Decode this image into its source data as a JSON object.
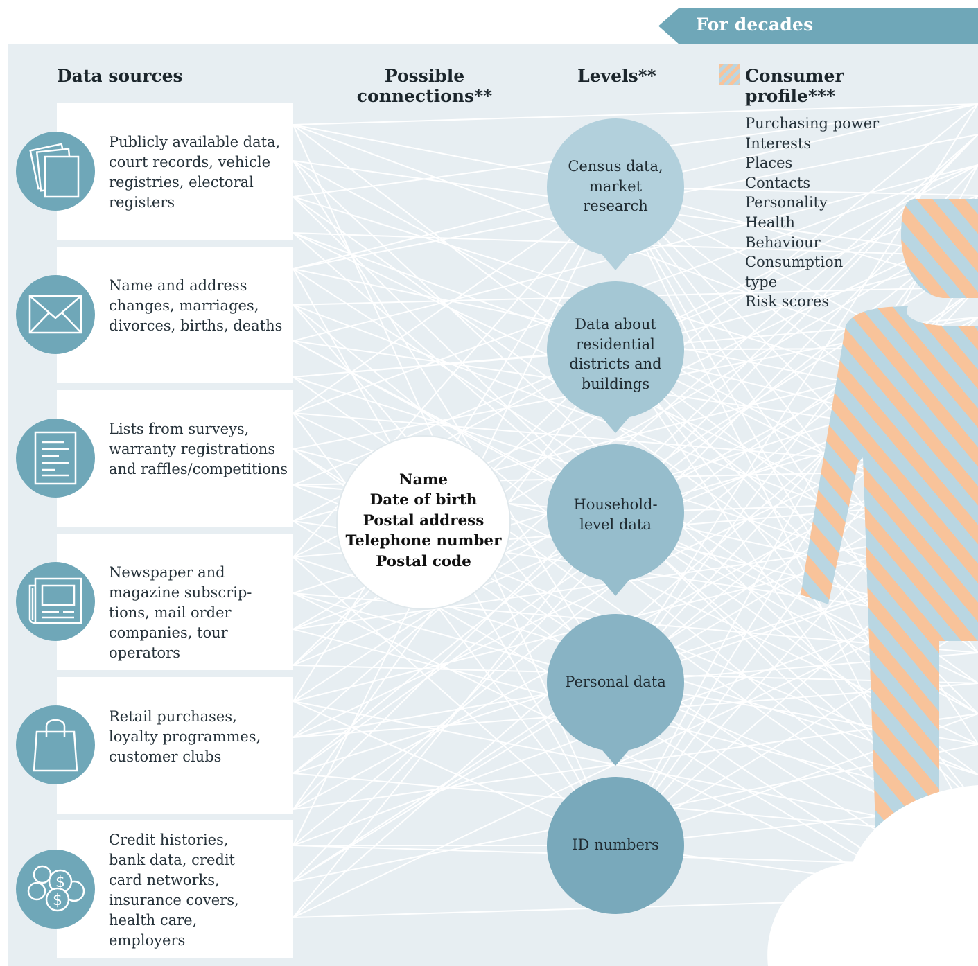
{
  "banner": {
    "label": "For decades"
  },
  "headings": {
    "data_sources": "Data sources",
    "possible_connections": "Possible connections**",
    "levels": "Levels**",
    "consumer_profile": "Consumer profile***"
  },
  "sources": [
    {
      "icon": "documents-icon",
      "text": "Publicly available data, court records, vehicle registries, electoral registers"
    },
    {
      "icon": "envelope-icon",
      "text": "Name and address changes, marriages, divorces, births, deaths"
    },
    {
      "icon": "form-list-icon",
      "text": "Lists from surveys, warranty registrations and raffles/competitions"
    },
    {
      "icon": "newspaper-icon",
      "text": "Newspaper and magazine subscrip-tions, mail order companies, tour operators"
    },
    {
      "icon": "shopping-bag-icon",
      "text": "Retail purchases, loyalty programmes, customer clubs"
    },
    {
      "icon": "coins-icon",
      "text": "Credit histories, bank data, credit card networks, insurance covers, health care, employers"
    }
  ],
  "connections": [
    "Name",
    "Date of birth",
    "Postal address",
    "Telephone number",
    "Postal code"
  ],
  "levels": [
    {
      "text": "Census data, market research",
      "color": "#b2d0dc"
    },
    {
      "text": "Data about residential districts and buildings",
      "color": "#a4c7d4"
    },
    {
      "text": "Household-level data",
      "color": "#96bdcc"
    },
    {
      "text": "Personal data",
      "color": "#88b3c4"
    },
    {
      "text": "ID numbers",
      "color": "#79a9bb"
    }
  ],
  "profile_items": [
    "Purchasing power",
    "Interests",
    "Places",
    "Contacts",
    "Personality",
    "Health",
    "Behaviour",
    "Consumption type",
    "Risk scores"
  ],
  "colors": {
    "banner": "#6fa7b8",
    "background": "#e7eef2",
    "icon_circle": "#6fa7b8",
    "stripe_orange": "#f8c39a",
    "stripe_blue": "#b9d6e2"
  }
}
